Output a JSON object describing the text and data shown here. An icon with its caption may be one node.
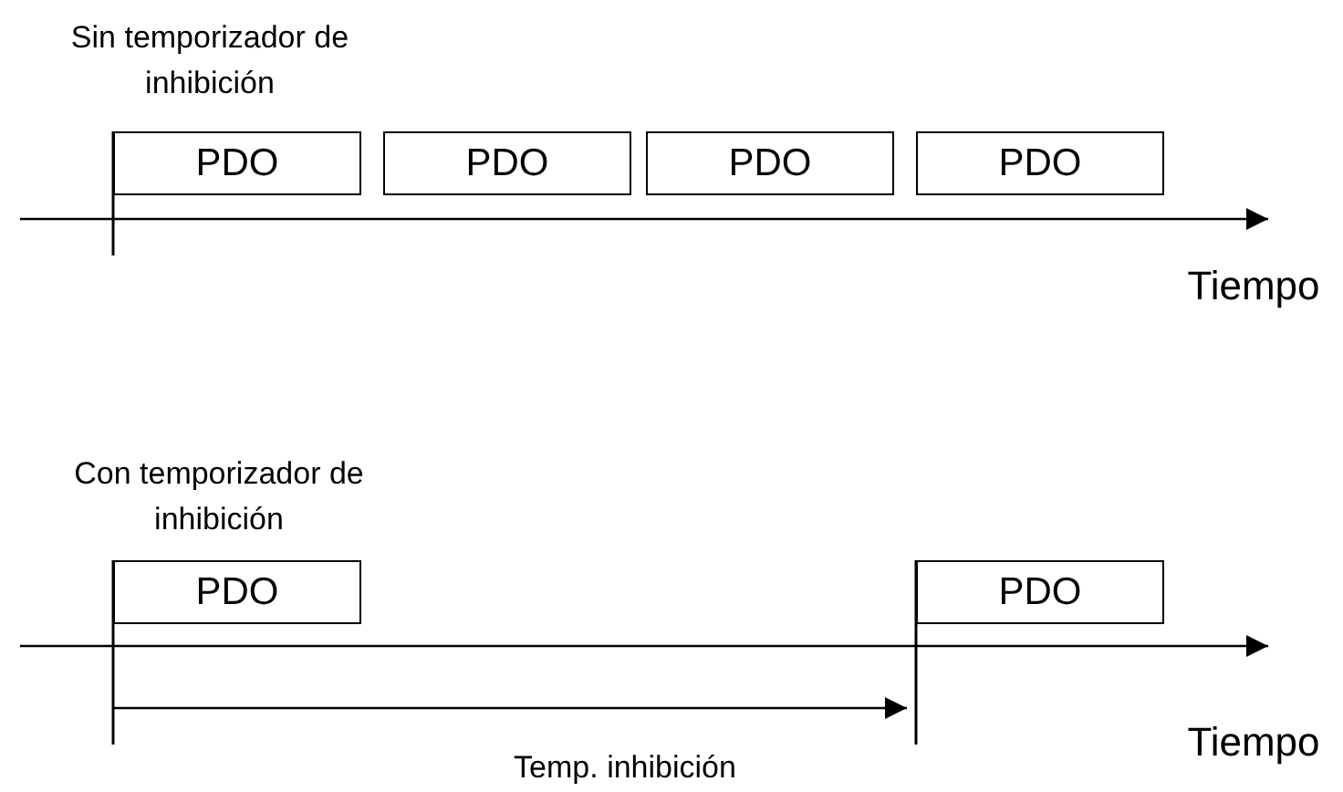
{
  "diagram": {
    "nodes": [
      {
        "text": [
          "PDO"
        ]
      },
      {
        "text": [
          "PDO"
        ]
      },
      {
        "text": [
          "PDO"
        ]
      },
      {
        "text": [
          "PDO"
        ]
      },
      {
        "text": [
          "PDO"
        ]
      },
      {
        "text": [
          "PDO"
        ]
      }
    ],
    "labels": [
      "Sin temporizador de inhibición",
      "Tiempo",
      "Con temporizador de inhibición",
      "Temp. inhibición",
      "Tiempo"
    ]
  }
}
